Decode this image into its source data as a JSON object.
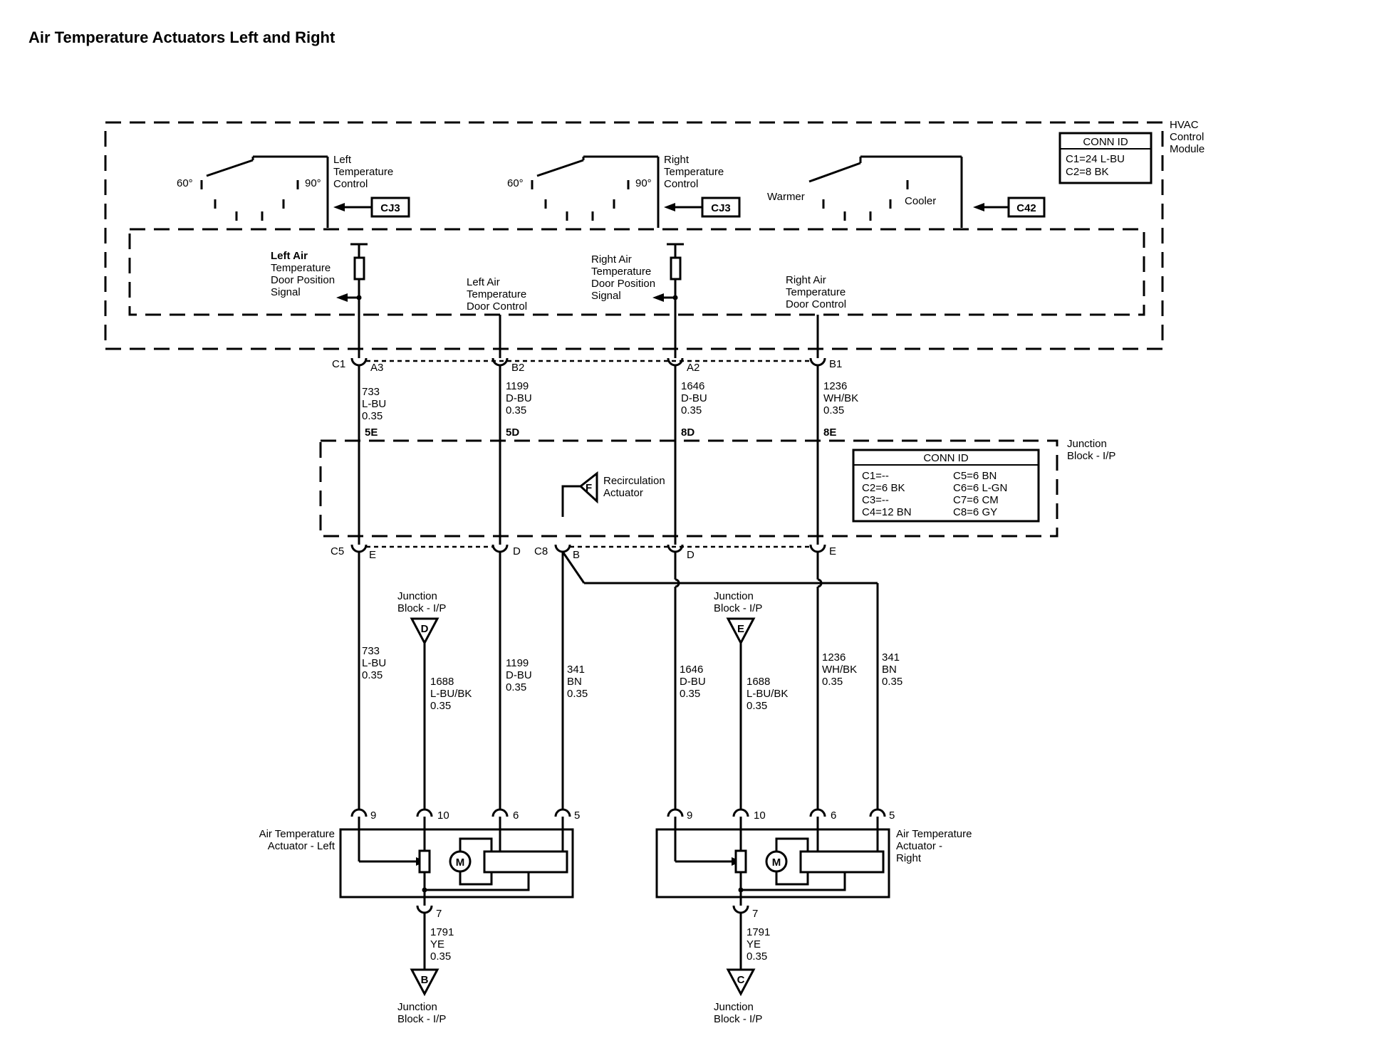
{
  "title": "Air Temperature Actuators Left and Right",
  "hvac_module": {
    "label": [
      "HVAC",
      "Control",
      "Module"
    ],
    "conn_id": {
      "header": "CONN ID",
      "lines": [
        "C1=24 L-BU",
        "C2=8 BK"
      ]
    },
    "left_control": {
      "label": [
        "Left",
        "Temperature",
        "Control"
      ],
      "min": "60°",
      "max": "90°",
      "connector": "CJ3"
    },
    "right_control": {
      "label": [
        "Right",
        "Temperature",
        "Control"
      ],
      "min": "60°",
      "max": "90°",
      "connector": "CJ3"
    },
    "mode_control": {
      "warmer": "Warmer",
      "cooler": "Cooler",
      "connector": "C42"
    },
    "signals": {
      "left_position": [
        "Left Air",
        "Temperature",
        "Door Position",
        "Signal"
      ],
      "left_control": [
        "Left Air",
        "Temperature",
        "Door Control"
      ],
      "right_position": [
        "Right Air",
        "Temperature",
        "Door Position",
        "Signal"
      ],
      "right_control": [
        "Right Air",
        "Temperature",
        "Door Control"
      ]
    },
    "connector_c1": {
      "name": "C1",
      "pins": [
        "A3",
        "B2",
        "A2",
        "B1"
      ]
    }
  },
  "wires_upper": [
    {
      "circuit": "733",
      "color": "L-BU",
      "gauge": "0.35",
      "jb_pin": "5E"
    },
    {
      "circuit": "1199",
      "color": "D-BU",
      "gauge": "0.35",
      "jb_pin": "5D"
    },
    {
      "circuit": "1646",
      "color": "D-BU",
      "gauge": "0.35",
      "jb_pin": "8D"
    },
    {
      "circuit": "1236",
      "color": "WH/BK",
      "gauge": "0.35",
      "jb_pin": "8E"
    }
  ],
  "junction_block": {
    "label": [
      "Junction",
      "Block - I/P"
    ],
    "conn_id": {
      "header": "CONN ID",
      "left": [
        "C1=--",
        "C2=6 BK",
        "C3=--",
        "C4=12 BN"
      ],
      "right": [
        "C5=6 BN",
        "C6=6 L-GN",
        "C7=6 CM",
        "C8=6 GY"
      ]
    },
    "recirc": {
      "letter": "F",
      "label": [
        "Recirculation",
        "Actuator"
      ]
    },
    "c5": {
      "name": "C5",
      "pins": [
        "E",
        "D"
      ]
    },
    "c8": {
      "name": "C8",
      "pins": [
        "B",
        "D",
        "E"
      ]
    }
  },
  "wires_lower": [
    {
      "circuit": "733",
      "color": "L-BU",
      "gauge": "0.35"
    },
    {
      "circuit": "1688",
      "color": "L-BU/BK",
      "gauge": "0.35"
    },
    {
      "circuit": "1199",
      "color": "D-BU",
      "gauge": "0.35"
    },
    {
      "circuit": "341",
      "color": "BN",
      "gauge": "0.35"
    },
    {
      "circuit": "1646",
      "color": "D-BU",
      "gauge": "0.35"
    },
    {
      "circuit": "1688",
      "color": "L-BU/BK",
      "gauge": "0.35"
    },
    {
      "circuit": "1236",
      "color": "WH/BK",
      "gauge": "0.35"
    },
    {
      "circuit": "341",
      "color": "BN",
      "gauge": "0.35"
    }
  ],
  "references": {
    "d": {
      "letter": "D",
      "label": [
        "Junction",
        "Block - I/P"
      ]
    },
    "e": {
      "letter": "E",
      "label": [
        "Junction",
        "Block - I/P"
      ]
    },
    "b": {
      "letter": "B",
      "label": [
        "Junction",
        "Block - I/P"
      ]
    },
    "c": {
      "letter": "C",
      "label": [
        "Junction",
        "Block - I/P"
      ]
    }
  },
  "actuators": {
    "left": {
      "label": [
        "Air Temperature",
        "Actuator - Left"
      ],
      "pins": [
        "9",
        "10",
        "6",
        "5"
      ],
      "ground_pin": "7",
      "motor": "M"
    },
    "right": {
      "label": [
        "Air Temperature",
        "Actuator -",
        "Right"
      ],
      "pins": [
        "9",
        "10",
        "6",
        "5"
      ],
      "ground_pin": "7",
      "motor": "M"
    }
  },
  "ground_wires": [
    {
      "circuit": "1791",
      "color": "YE",
      "gauge": "0.35"
    },
    {
      "circuit": "1791",
      "color": "YE",
      "gauge": "0.35"
    }
  ]
}
